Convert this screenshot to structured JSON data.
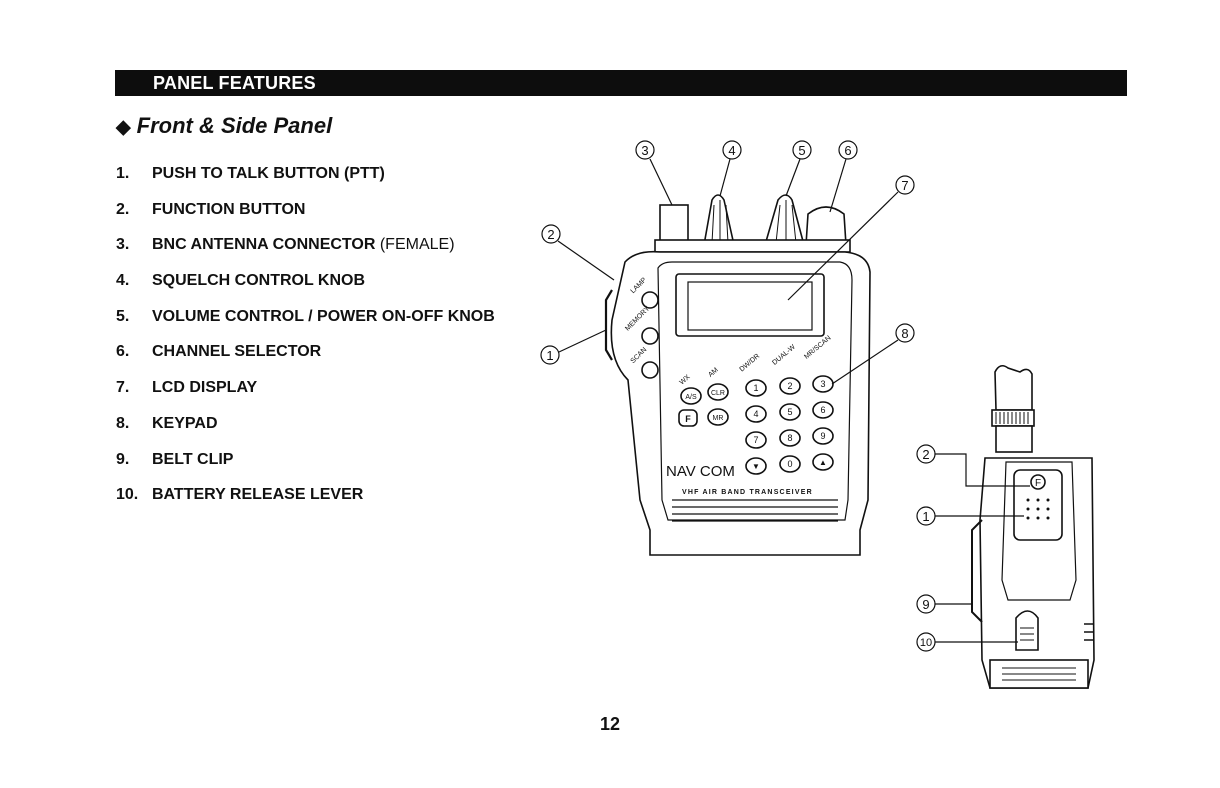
{
  "header": {
    "title": "PANEL FEATURES"
  },
  "section": {
    "title": "Front & Side Panel",
    "bullet_icon": "diamond-icon"
  },
  "features": [
    {
      "num": "1.",
      "label": "PUSH TO TALK BUTTON (PTT)",
      "note": ""
    },
    {
      "num": "2.",
      "label": "FUNCTION BUTTON",
      "note": ""
    },
    {
      "num": "3.",
      "label": "BNC ANTENNA CONNECTOR",
      "note": " (FEMALE)"
    },
    {
      "num": "4.",
      "label": "SQUELCH CONTROL KNOB",
      "note": ""
    },
    {
      "num": "5.",
      "label": "VOLUME CONTROL / POWER ON-OFF KNOB",
      "note": ""
    },
    {
      "num": "6.",
      "label": "CHANNEL SELECTOR",
      "note": ""
    },
    {
      "num": "7.",
      "label": "LCD DISPLAY",
      "note": ""
    },
    {
      "num": "8.",
      "label": "KEYPAD",
      "note": ""
    },
    {
      "num": "9.",
      "label": "BELT CLIP",
      "note": ""
    },
    {
      "num": "10.",
      "label": "BATTERY RELEASE LEVER",
      "note": ""
    }
  ],
  "diagram": {
    "brand": "NAV COM",
    "model_caption": "VHF AIR BAND TRANSCEIVER",
    "front_callouts": [
      "3",
      "4",
      "5",
      "6",
      "7",
      "2",
      "8",
      "1"
    ],
    "side_callouts": [
      "2",
      "1",
      "9",
      "10"
    ],
    "side_keys": [
      "LAMP",
      "MEMORY",
      "SCAN"
    ],
    "keypad_top_labels": [
      "WX",
      "AM",
      "DW/DR",
      "DUAL-W",
      "MR/SCAN"
    ],
    "keypad_keys": [
      "A/S",
      "CLR",
      "1",
      "2",
      "3",
      "F",
      "MR",
      "4",
      "5",
      "6",
      "7",
      "8",
      "9",
      "▼",
      "0",
      "▲"
    ],
    "function_key": "F"
  },
  "page": {
    "number": "12"
  }
}
